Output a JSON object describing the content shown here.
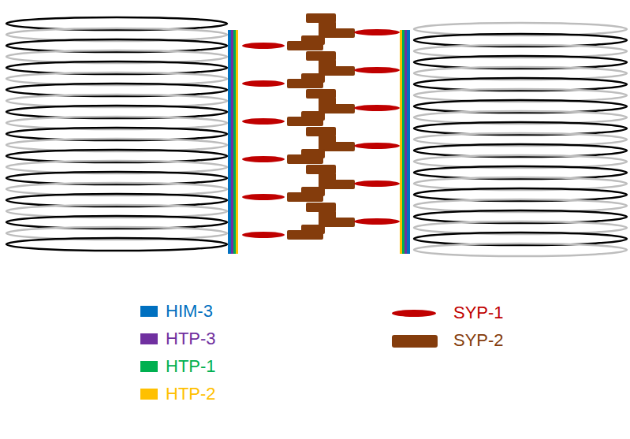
{
  "diagram": {
    "legend": [
      {
        "text": "HIM-3",
        "color": "#0070C0"
      },
      {
        "text": "HTP-3",
        "color": "#7030A0"
      },
      {
        "text": "HTP-1",
        "color": "#00B050"
      },
      {
        "text": "HTP-2",
        "color": "#FFC000"
      },
      {
        "text": "SYP-1",
        "color": "#C00000"
      },
      {
        "text": "SYP-2",
        "color": "#843C0C"
      }
    ]
  }
}
